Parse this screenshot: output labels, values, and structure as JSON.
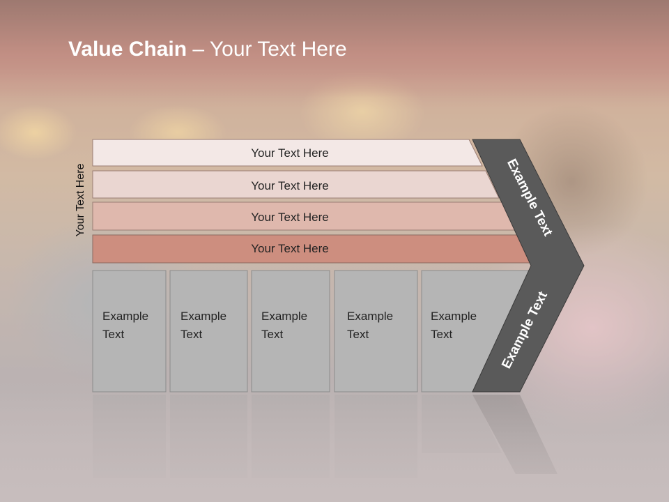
{
  "slide": {
    "title_bold": "Value Chain",
    "title_rest": " – Your Text Here",
    "side_label": "Your Text Here"
  },
  "rows": [
    {
      "label": "Your Text Here",
      "color": "#f3e8e6"
    },
    {
      "label": "Your Text Here",
      "color": "#ead6d1"
    },
    {
      "label": "Your Text Here",
      "color": "#dfb8ad"
    },
    {
      "label": "Your Text Here",
      "color": "#cd8e7f"
    }
  ],
  "columns": [
    {
      "line1": "Example",
      "line2": "Text"
    },
    {
      "line1": "Example",
      "line2": "Text"
    },
    {
      "line1": "Example",
      "line2": "Text"
    },
    {
      "line1": "Example",
      "line2": "Text"
    },
    {
      "line1": "Example",
      "line2": "Text"
    }
  ],
  "chevron": {
    "upper_label": "Example Text",
    "lower_label": "Example Text",
    "color": "#5a5a5a"
  },
  "colors": {
    "column_fill": "#b5b5b5",
    "row_border": "#8a6a60"
  }
}
